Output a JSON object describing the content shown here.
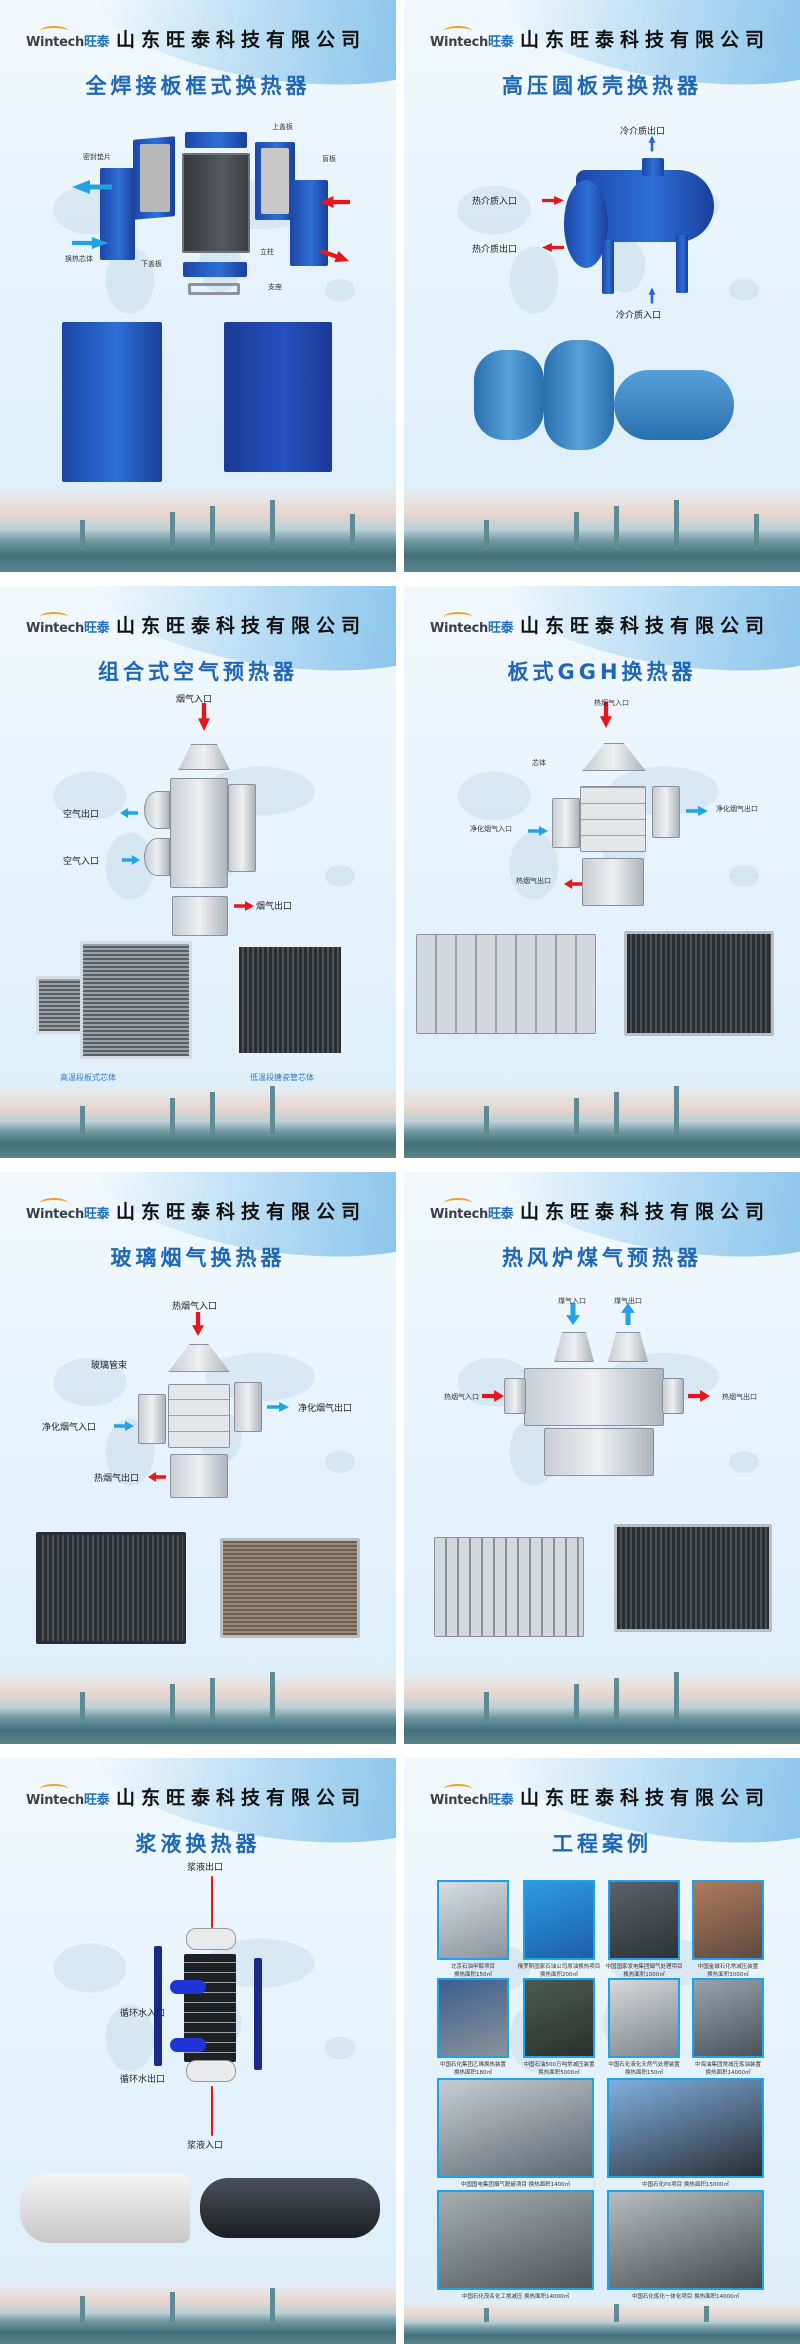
{
  "brand": {
    "logo_latin": "Wintech",
    "logo_cn": "旺泰",
    "company": "山东旺泰科技有限公司"
  },
  "posters": [
    {
      "title": "全焊接板框式换热器",
      "labels": {
        "top_cover": "上盖板",
        "gasket": "密封垫片",
        "blind_plate": "盲板",
        "core": "换热芯体",
        "bottom_cover": "下盖板",
        "column": "立柱",
        "support": "支座"
      }
    },
    {
      "title": "高压圆板壳换热器",
      "labels": {
        "cold_out": "冷介质出口",
        "hot_in": "热介质入口",
        "hot_out": "热介质出口",
        "cold_in": "冷介质入口"
      }
    },
    {
      "title": "组合式空气预热器",
      "labels": {
        "flue_in": "烟气入口",
        "air_out": "空气出口",
        "air_in": "空气入口",
        "flue_out": "烟气出口"
      },
      "captions": [
        "高温段板式芯体",
        "低温段搪瓷管芯体"
      ]
    },
    {
      "title": "板式GGH换热器",
      "labels": {
        "hot_flue_in": "热烟气入口",
        "core": "芯体",
        "clean_in": "净化烟气入口",
        "clean_out": "净化烟气出口",
        "hot_flue_out": "热烟气出口"
      }
    },
    {
      "title": "玻璃烟气换热器",
      "labels": {
        "hot_flue_in": "热烟气入口",
        "glass_tubes": "玻璃管束",
        "clean_in": "净化烟气入口",
        "clean_out": "净化烟气出口",
        "hot_flue_out": "热烟气出口"
      }
    },
    {
      "title": "热风炉煤气预热器",
      "labels": {
        "gas_in": "煤气入口",
        "gas_out": "煤气出口",
        "hot_flue_in": "热烟气入口",
        "hot_flue_out": "热烟气出口"
      }
    },
    {
      "title": "浆液换热器",
      "labels": {
        "slurry_out": "浆液出口",
        "water_in": "循环水入口",
        "water_out": "循环水出口",
        "slurry_in": "浆液入口"
      }
    },
    {
      "title": "工程案例",
      "cases": [
        {
          "name": "北京石油甲醇项目",
          "area": "换热面积150㎡"
        },
        {
          "name": "俄罗斯国家石油公司原油换热项目",
          "area": "换热面积200㎡"
        },
        {
          "name": "中国国家发电集团烟气处理项目",
          "area": "换热面积1000㎡"
        },
        {
          "name": "中国金城石化常减压装置",
          "area": "换热面积3000㎡"
        },
        {
          "name": "中国石化集团乙烯换热装置",
          "area": "换热面积180㎡"
        },
        {
          "name": "中国石油500万吨常减压装置",
          "area": "换热面积5000㎡"
        },
        {
          "name": "中国石化液化天然气处理装置",
          "area": "换热面积150㎡"
        },
        {
          "name": "中海油集团常减压炼油装置",
          "area": "换热面积14000㎡"
        },
        {
          "name": "中国国电集团烟气脱硫项目 换热面积1400㎡"
        },
        {
          "name": "中国石化PX项目 换热面积15000㎡"
        },
        {
          "name": "中国石化茂名化工常减压 换热面积14000㎡"
        },
        {
          "name": "中国石化炼化一体化项目 换热面积14000㎡"
        }
      ]
    }
  ],
  "colors": {
    "title": "#1f67b6",
    "hot_arrow": "#e8151b",
    "cold_arrow": "#23a2e6",
    "photo_border": "#1aa3ee"
  }
}
